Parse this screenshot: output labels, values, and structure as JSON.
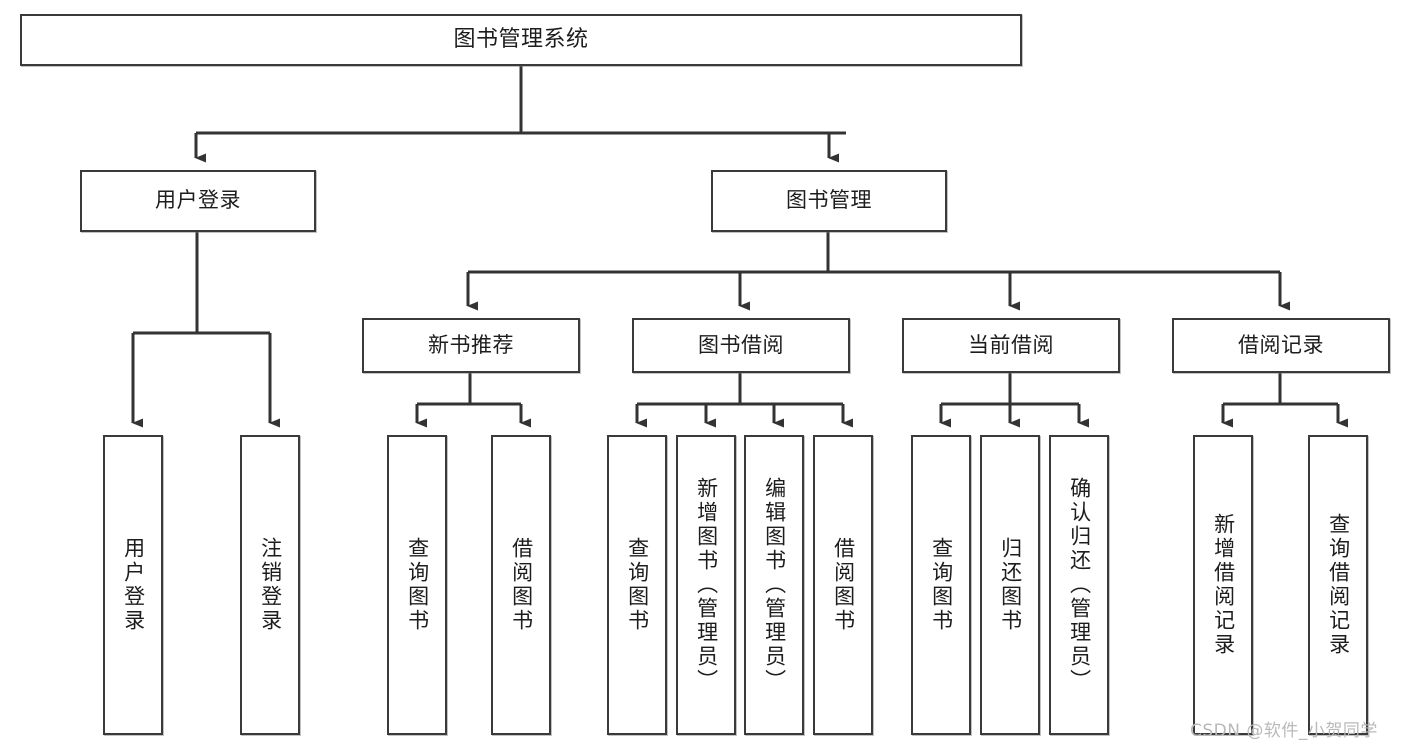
{
  "diagram": {
    "title": "图书管理系统",
    "type": "功能结构图",
    "colors": {
      "box_border": "#3a3a3a",
      "box_fill": "#ffffff",
      "connector": "#333333",
      "text": "#1d1d1d",
      "watermark": "#b9b9b9"
    },
    "root": {
      "label": "图书管理系统"
    },
    "level2": [
      {
        "label": "用户登录"
      },
      {
        "label": "图书管理"
      }
    ],
    "level3": [
      {
        "label": "新书推荐"
      },
      {
        "label": "图书借阅"
      },
      {
        "label": "当前借阅"
      },
      {
        "label": "借阅记录"
      }
    ],
    "leaves": {
      "user_login": [
        {
          "label": "用户登录"
        },
        {
          "label": "注销登录"
        }
      ],
      "new_book": [
        {
          "label": "查询图书"
        },
        {
          "label": "借阅图书"
        }
      ],
      "book_borrow": [
        {
          "label": "查询图书"
        },
        {
          "label": "新增图书（管理员）"
        },
        {
          "label": "编辑图书（管理员）"
        },
        {
          "label": "借阅图书"
        }
      ],
      "current_borrow": [
        {
          "label": "查询图书"
        },
        {
          "label": "归还图书"
        },
        {
          "label": "确认归还（管理员）"
        }
      ],
      "borrow_record": [
        {
          "label": "新增借阅记录"
        },
        {
          "label": "查询借阅记录"
        }
      ]
    }
  },
  "watermark": {
    "text": "CSDN @软件_小贺同学"
  }
}
